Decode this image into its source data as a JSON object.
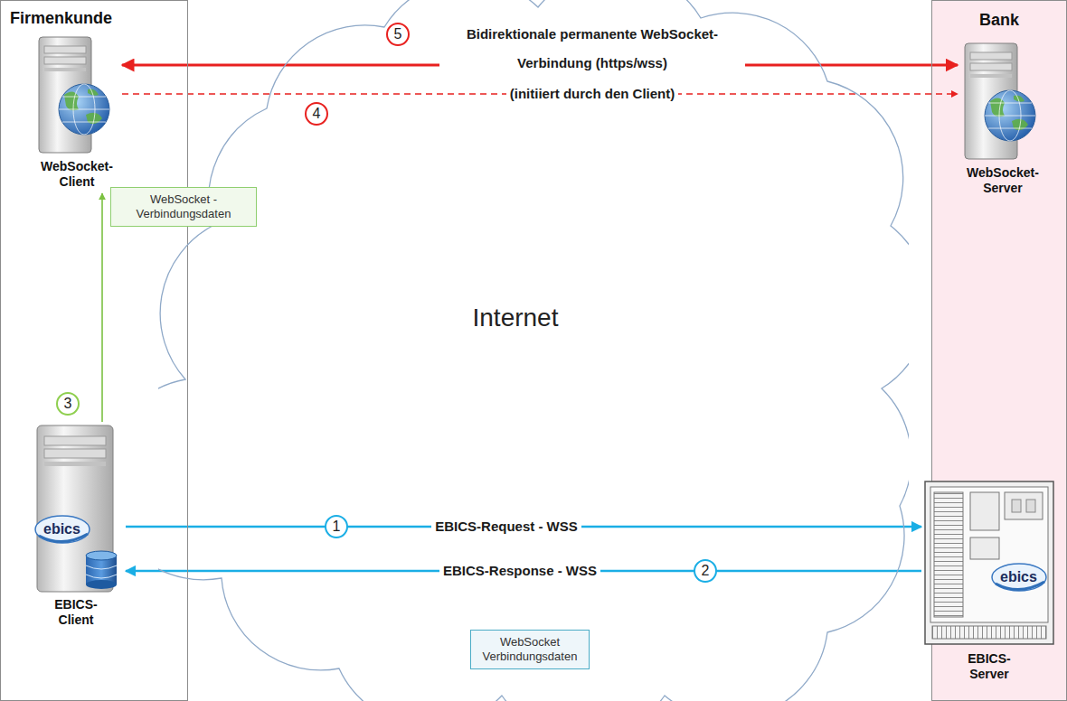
{
  "diagram": {
    "nodes": [
      {
        "text": [
          "Firmenkunde"
        ]
      },
      {
        "text": [
          "WebSocket- Client"
        ],
        "in": 0
      },
      {
        "text": [
          "ebics",
          "EBICS- Client"
        ],
        "in": 0
      },
      {
        "text": [
          "Internet"
        ]
      },
      {
        "text": [
          "WebSocket Verbindungsdaten"
        ],
        "in": 3
      },
      {
        "text": [
          "WebSocket - Verbindungsdaten"
        ]
      },
      {
        "text": [
          "Bank"
        ]
      },
      {
        "text": [
          "WebSocket- Server"
        ],
        "in": 6
      },
      {
        "text": [
          "ebics",
          "EBICS- Server"
        ],
        "in": 6
      }
    ],
    "edges": [
      {
        "from": 2,
        "to": 8,
        "label": "EBICS-Request - WSS",
        "arrow": "to"
      },
      {
        "from": 8,
        "to": 2,
        "label": "EBICS-Response - WSS",
        "arrow": "to"
      },
      {
        "from": 2,
        "to": 1,
        "arrow": "to"
      },
      {
        "from": 1,
        "to": 7,
        "label": "(initiiert durch den Client)",
        "arrow": "to"
      },
      {
        "from": 1,
        "to": 7,
        "label": "Bidirektionale permanente WebSocket- Verbindung (https/wss)",
        "arrow": "both"
      }
    ],
    "labels": [
      "1",
      "2",
      "3",
      "4",
      "5"
    ]
  }
}
